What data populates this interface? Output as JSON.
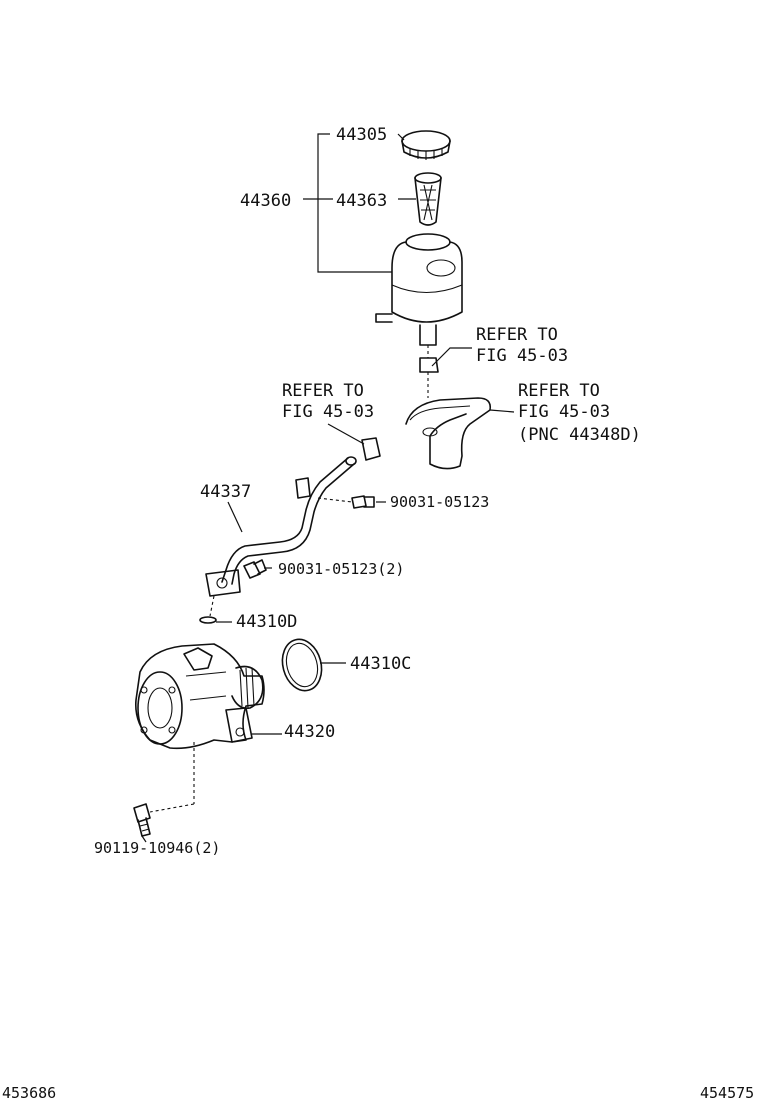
{
  "labels": {
    "p44305": "44305",
    "p44360": "44360",
    "p44363": "44363",
    "refer_a_line1": "REFER TO",
    "refer_a_line2": "FIG 45-03",
    "refer_b_line1": "REFER TO",
    "refer_b_line2": "FIG 45-03",
    "refer_c_line1": "REFER TO",
    "refer_c_line2": "FIG 45-03",
    "refer_c_line3": "(PNC 44348D)",
    "p44337": "44337",
    "p90031_a": "90031-05123",
    "p90031_b": "90031-05123(2)",
    "p44310D": "44310D",
    "p44310C": "44310C",
    "p44320": "44320",
    "p90119": "90119-10946(2)"
  },
  "footer": {
    "left_id": "453686",
    "right_id": "454575"
  }
}
